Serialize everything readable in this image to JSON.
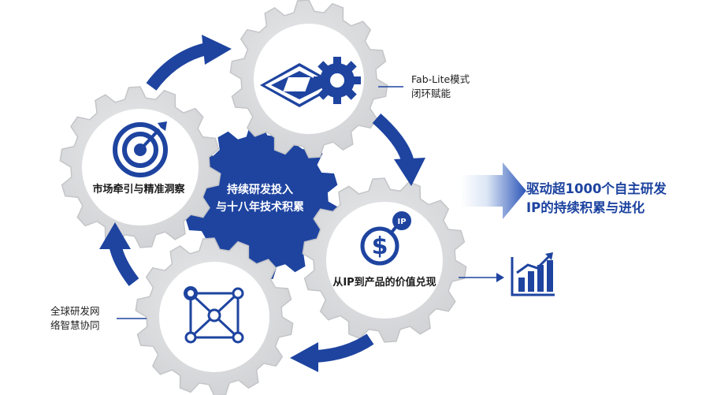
{
  "center": {
    "line1": "持续研发投入",
    "line2": "与十八年技术积累"
  },
  "gears": {
    "market": {
      "label": "市场牵引与精准洞察",
      "icon": "target-icon"
    },
    "chip": {
      "icon": "chip-gear-icon"
    },
    "value": {
      "label": "从IP到产品的价值兑现",
      "icon": "dollar-ip-icon",
      "badge": "IP"
    },
    "network": {
      "icon": "network-gear-icon"
    }
  },
  "notes": {
    "fablite": {
      "line1": "Fab-Lite模式",
      "line2": "闭环赋能"
    },
    "global": {
      "line1": "全球研发网",
      "line2": "络智慧协同"
    }
  },
  "outcome": {
    "line1": "驱动超1000个自主研发",
    "line2": "IP的持续积累与进化"
  },
  "colors": {
    "primary": "#1e44a0",
    "gear": "#d9dadc",
    "gear_edge": "#c4c5c8",
    "arrow": "#1e44a0"
  }
}
